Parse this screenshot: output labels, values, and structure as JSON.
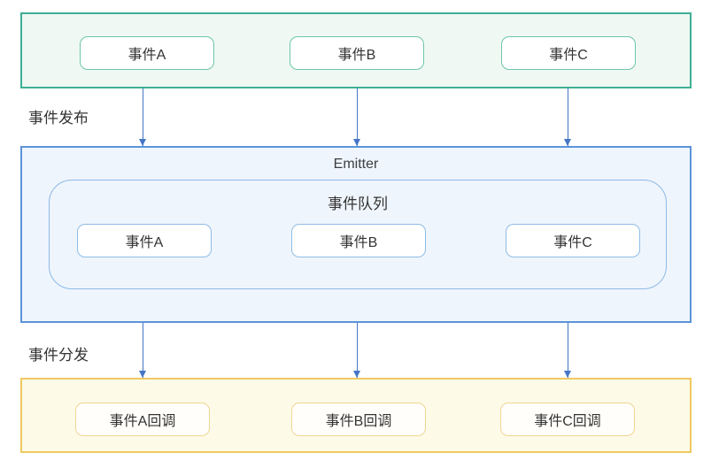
{
  "diagram": {
    "publisher": {
      "boxes": [
        "事件A",
        "事件B",
        "事件C"
      ]
    },
    "publish_label": "事件发布",
    "emitter": {
      "title": "Emitter",
      "queue_title": "事件队列",
      "boxes": [
        "事件A",
        "事件B",
        "事件C"
      ]
    },
    "dispatch_label": "事件分发",
    "callbacks": {
      "boxes": [
        "事件A回调",
        "事件B回调",
        "事件C回调"
      ]
    }
  },
  "colors": {
    "publisher_border": "#3fae93",
    "publisher_bg": "#eff8f3",
    "publisher_box_border": "#6ec6ab",
    "emitter_border": "#5b94d8",
    "emitter_bg": "#eff5fc",
    "queue_border": "#8cbae8",
    "emitter_box_border": "#8fbce6",
    "callback_border": "#f0ca60",
    "callback_bg": "#fdfae8",
    "callback_box_border": "#f0d693",
    "arrow": "#4576c8",
    "text": "#333333"
  }
}
